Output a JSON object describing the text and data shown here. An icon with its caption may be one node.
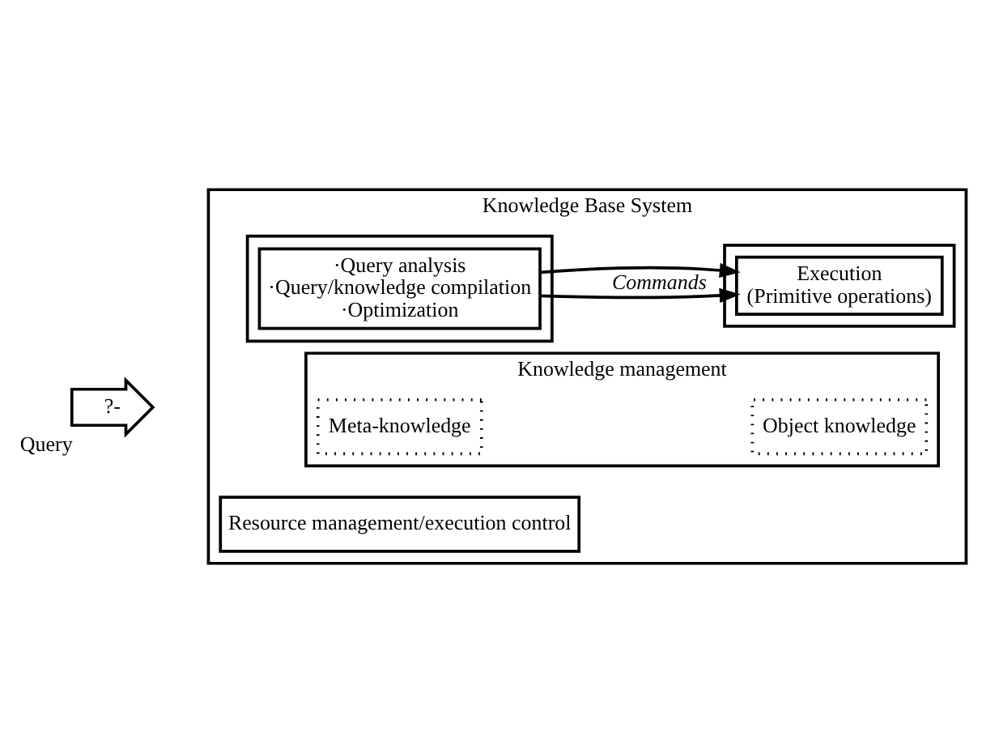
{
  "diagram": {
    "nodes": [
      {
        "text": [
          "Knowledge Base System"
        ]
      },
      {
        "text": [],
        "shape": "box",
        "in": 0
      },
      {
        "text": [
          "·Query analysis",
          "·Query/knowledge compilation",
          "·Optimization"
        ],
        "in": 1
      },
      {
        "text": [],
        "shape": "box",
        "in": 0
      },
      {
        "text": [
          "Execution",
          "(Primitive operations)"
        ],
        "in": 3
      },
      {
        "text": [
          "Knowledge management"
        ],
        "in": 0
      },
      {
        "text": [
          "Meta-knowledge"
        ],
        "in": 5
      },
      {
        "text": [
          "Object knowledge"
        ],
        "in": 5
      },
      {
        "text": [
          "Resource management/execution control"
        ],
        "in": 0
      },
      {
        "text": [
          "?-"
        ],
        "beside": [
          "Query"
        ]
      }
    ],
    "edges": [
      {
        "from": 2,
        "to": 4,
        "arrow": "to",
        "label": "Commands"
      },
      {
        "from": 2,
        "to": 4,
        "arrow": "to"
      }
    ]
  }
}
